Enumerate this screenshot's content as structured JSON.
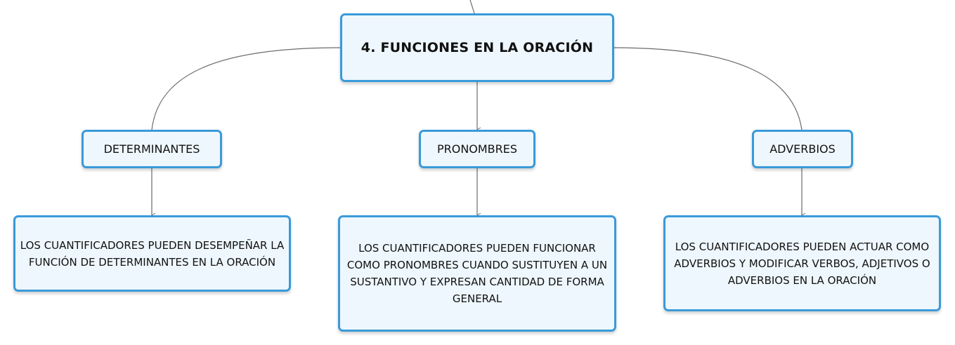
{
  "diagram": {
    "central": "4. FUNCIONES EN LA ORACIÓN",
    "branches": [
      {
        "title": "DETERMINANTES",
        "detail": "LOS CUANTIFICADORES PUEDEN DESEMPEÑAR LA FUNCIÓN DE DETERMINANTES EN LA ORACIÓN"
      },
      {
        "title": "PRONOMBRES",
        "detail": "LOS CUANTIFICADORES PUEDEN FUNCIONAR COMO PRONOMBRES CUANDO SUSTITUYEN A UN SUSTANTIVO Y EXPRESAN CANTIDAD DE FORMA GENERAL"
      },
      {
        "title": "ADVERBIOS",
        "detail": "LOS CUANTIFICADORES PUEDEN ACTUAR COMO ADVERBIOS Y MODIFICAR VERBOS, ADJETIVOS O ADVERBIOS EN LA ORACIÓN"
      }
    ]
  },
  "colors": {
    "node_border": "#3a9ad9",
    "node_fill": "#eef7fd",
    "connector": "#6b6b6b"
  }
}
